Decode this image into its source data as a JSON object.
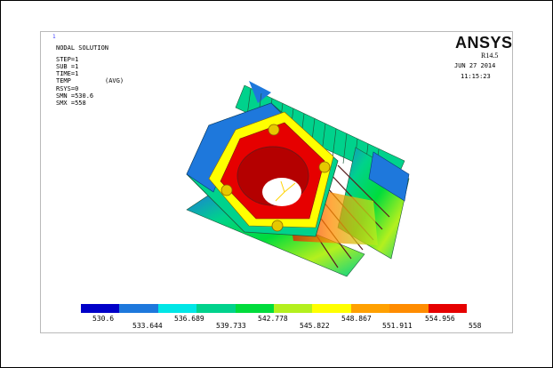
{
  "title": "NODAL SOLUTION",
  "axis_marker": "1",
  "info_lines": {
    "step": "STEP=1",
    "sub": "SUB =1",
    "time": "TIME=1",
    "temp": "TEMP",
    "avg": "(AVG)",
    "rsys": "RSYS=0",
    "smn": "SMN =530.6",
    "smx": "SMX =558"
  },
  "brand": "ANSYS",
  "release": "R14.5",
  "date": "JUN 27 2014",
  "clock": "11:15:23",
  "legend": {
    "colors": [
      "#0000c8",
      "#1e78dc",
      "#00e6e6",
      "#00d28c",
      "#00dc3c",
      "#b4f01e",
      "#ffff00",
      "#ffa000",
      "#ff8c00",
      "#e60000"
    ],
    "top_labels": [
      "530.6",
      "536.689",
      "542.778",
      "548.867",
      "554.956"
    ],
    "bottom_labels": [
      "533.644",
      "539.733",
      "545.822",
      "551.911",
      "558"
    ]
  }
}
